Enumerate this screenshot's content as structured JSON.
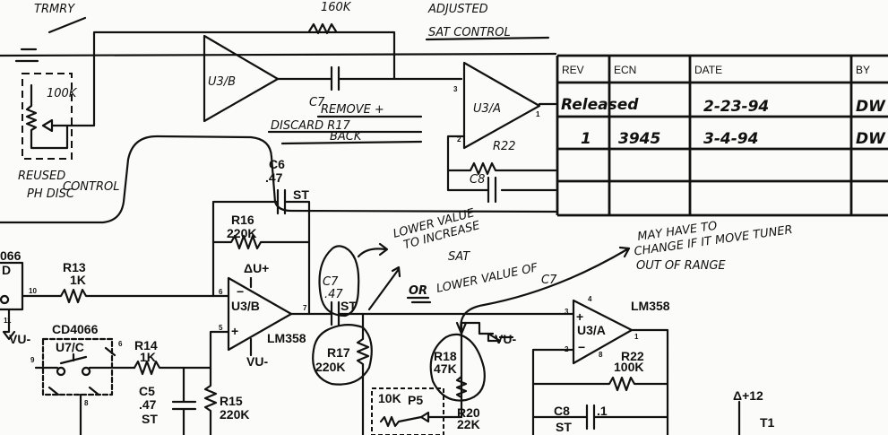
{
  "top_notes": {
    "trimmy": "TRMRY",
    "resistor_160k": "160K",
    "adjusted": "ADJUSTED",
    "sat_control": "SAT CONTROL"
  },
  "upper_circuit": {
    "pot_value": "100K",
    "reused_line1": "REUSED",
    "reused_line2": "PH DISC",
    "reused_line3": "CONTROL",
    "u3b": "U3/B",
    "c7": "C7",
    "remove": "REMOVE +",
    "discard": "DISCARD R17",
    "back": "BACK",
    "pin3": "3",
    "pin2": "2",
    "pin1": "1",
    "u3a": "U3/A",
    "r22": "R22",
    "c8": "C8"
  },
  "revision_table": {
    "headers": [
      "REV",
      "ECN",
      "DATE",
      "BY"
    ],
    "rows": [
      [
        "Released",
        "",
        "2-23-94",
        "DW"
      ],
      [
        "1",
        "3945",
        "3-4-94",
        "DW"
      ],
      [
        "",
        "",
        "",
        ""
      ],
      [
        "",
        "",
        "",
        ""
      ]
    ]
  },
  "lower_circuit": {
    "c6": "C6",
    "c6_val": ".47",
    "c6_type": "ST",
    "r16": "R16",
    "r16_val": "220K",
    "ic4066": "066",
    "ic4066_d": "D",
    "r13": "R13",
    "r13_val": "1K",
    "pin10": "10",
    "pin11": "11",
    "vu_minus": "VU-",
    "cd4066": "CD4066",
    "u7c": "U7/C",
    "pin9": "9",
    "pin8": "8",
    "r14": "R14",
    "r14_val": "1K",
    "c5": "C5",
    "c5_val": ".47",
    "c5_type": "ST",
    "r15": "R15",
    "r15_val": "220K",
    "vu_plus": "ΔU+",
    "u3b": "U3/B",
    "lm358_b": "LM358",
    "vu_minus_b": "VU-",
    "pin6": "6",
    "pin5": "5",
    "pin7": "7",
    "c7": "C7",
    "c7_val": ".47",
    "c7_type": "ST",
    "r17": "R17",
    "r17_val": "220K",
    "r18": "R18",
    "r18_val": "47K",
    "vu_minus_r18": "VU-",
    "p5_val": "10K",
    "p5": "P5",
    "r20": "R20",
    "r20_val": "22K",
    "lm358_a": "LM358",
    "u3a": "U3/A",
    "pin4": "4",
    "pin3": "3",
    "pin2": "2",
    "pin1": "1",
    "r22": "R22",
    "r22_val": "100K",
    "c8": "C8",
    "c8_val": ".1",
    "c8_type": "ST",
    "plus12": "Δ+12",
    "t1": "T1"
  },
  "annotations": {
    "lower_value_1": "LOWER VALUE",
    "lower_value_2": "TO INCREASE",
    "lower_value_3": "SAT",
    "or": "OR",
    "lower_c7_1": "LOWER VALUE OF",
    "lower_c7_2": "C7",
    "may_1": "MAY HAVE TO",
    "may_2": "CHANGE IF IT MOVE TUNER",
    "may_3": "OUT OF RANGE"
  }
}
